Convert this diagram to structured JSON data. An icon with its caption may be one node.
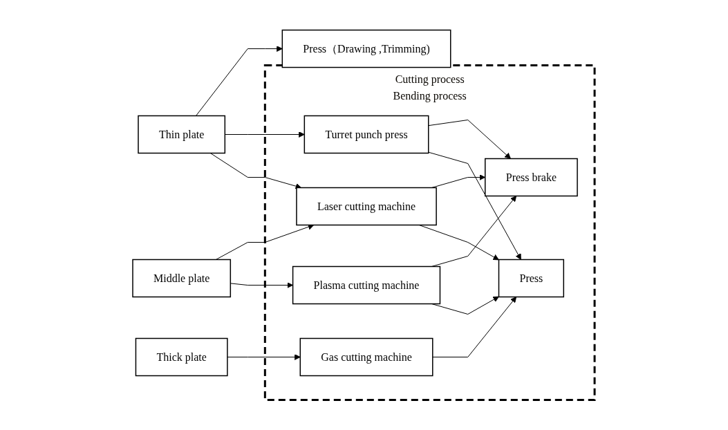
{
  "diagram": {
    "nodes": [
      {
        "text": [
          "Press（Drawing ,Trimming)"
        ]
      },
      {
        "text": [
          "Cutting process",
          "Bending process"
        ]
      },
      {
        "text": [
          "Thin plate"
        ]
      },
      {
        "text": [
          "Middle plate"
        ]
      },
      {
        "text": [
          "Thick plate"
        ]
      },
      {
        "text": [
          "Turret punch press"
        ],
        "in": 1
      },
      {
        "text": [
          "Laser cutting machine"
        ],
        "in": 1
      },
      {
        "text": [
          "Plasma cutting machine"
        ],
        "in": 1
      },
      {
        "text": [
          "Gas cutting machine"
        ],
        "in": 1
      },
      {
        "text": [
          "Press brake"
        ],
        "in": 1
      },
      {
        "text": [
          "Press"
        ],
        "in": 1
      }
    ],
    "edges": [
      {
        "from": 2,
        "to": 0,
        "arrow": "to"
      },
      {
        "from": 2,
        "to": 5,
        "arrow": "to"
      },
      {
        "from": 2,
        "to": 6,
        "arrow": "to"
      },
      {
        "from": 3,
        "to": 6,
        "arrow": "to"
      },
      {
        "from": 3,
        "to": 7,
        "arrow": "to"
      },
      {
        "from": 4,
        "to": 8,
        "arrow": "to"
      },
      {
        "from": 5,
        "to": 9,
        "arrow": "to"
      },
      {
        "from": 5,
        "to": 10,
        "arrow": "to"
      },
      {
        "from": 6,
        "to": 9,
        "arrow": "to"
      },
      {
        "from": 6,
        "to": 10,
        "arrow": "to"
      },
      {
        "from": 7,
        "to": 9,
        "arrow": "to"
      },
      {
        "from": 7,
        "to": 10,
        "arrow": "to"
      },
      {
        "from": 8,
        "to": 10,
        "arrow": "to"
      }
    ]
  }
}
